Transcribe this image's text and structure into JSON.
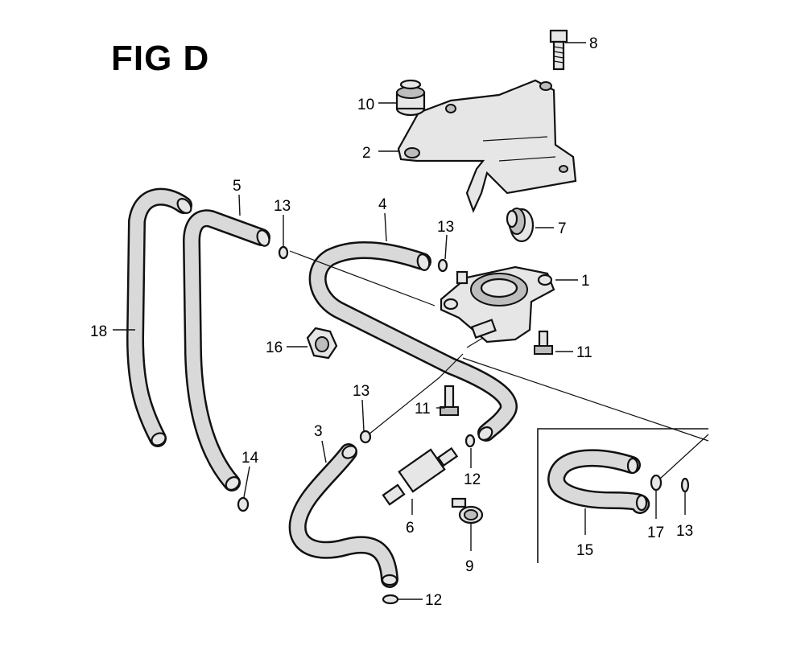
{
  "figure": {
    "title": "FIG D"
  },
  "callouts": [
    {
      "id": "c1",
      "label": "1"
    },
    {
      "id": "c2",
      "label": "2"
    },
    {
      "id": "c3",
      "label": "3"
    },
    {
      "id": "c4",
      "label": "4"
    },
    {
      "id": "c5",
      "label": "5"
    },
    {
      "id": "c6",
      "label": "6"
    },
    {
      "id": "c7",
      "label": "7"
    },
    {
      "id": "c8",
      "label": "8"
    },
    {
      "id": "c9",
      "label": "9"
    },
    {
      "id": "c10",
      "label": "10"
    },
    {
      "id": "c11a",
      "label": "11"
    },
    {
      "id": "c11b",
      "label": "11"
    },
    {
      "id": "c12a",
      "label": "12"
    },
    {
      "id": "c12b",
      "label": "12"
    },
    {
      "id": "c13a",
      "label": "13"
    },
    {
      "id": "c13b",
      "label": "13"
    },
    {
      "id": "c13c",
      "label": "13"
    },
    {
      "id": "c13d",
      "label": "13"
    },
    {
      "id": "c14",
      "label": "14"
    },
    {
      "id": "c15",
      "label": "15"
    },
    {
      "id": "c16",
      "label": "16"
    },
    {
      "id": "c17",
      "label": "17"
    },
    {
      "id": "c18",
      "label": "18"
    }
  ]
}
